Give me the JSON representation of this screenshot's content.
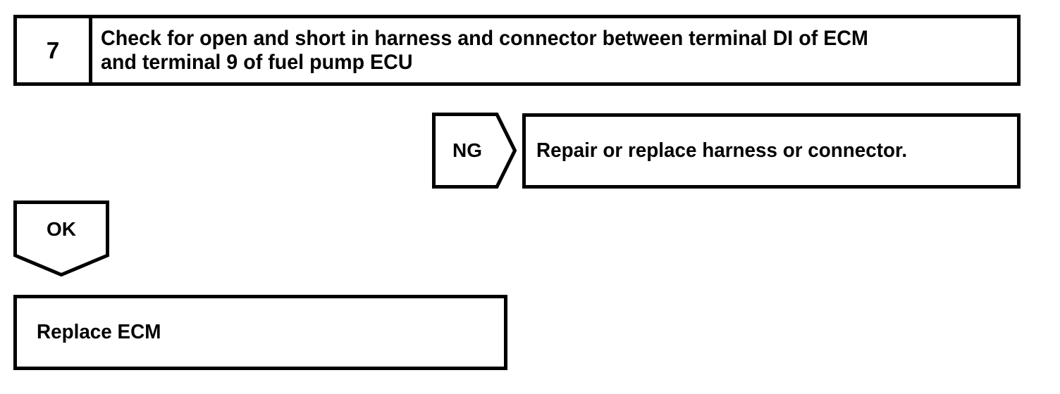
{
  "diagram": {
    "type": "troubleshooting-flowchart",
    "stroke_color": "#000000",
    "background_color": "#ffffff",
    "step": {
      "number": "7",
      "description": "Check for open and short in harness and connector between terminal DI of ECM\nand terminal 9 of fuel pump ECU"
    },
    "branches": {
      "ng": {
        "label": "NG",
        "shape": "pentagon-right",
        "result_box": "Repair or replace harness or connector."
      },
      "ok": {
        "label": "OK",
        "shape": "pentagon-down",
        "result_box": "Replace ECM"
      }
    }
  }
}
